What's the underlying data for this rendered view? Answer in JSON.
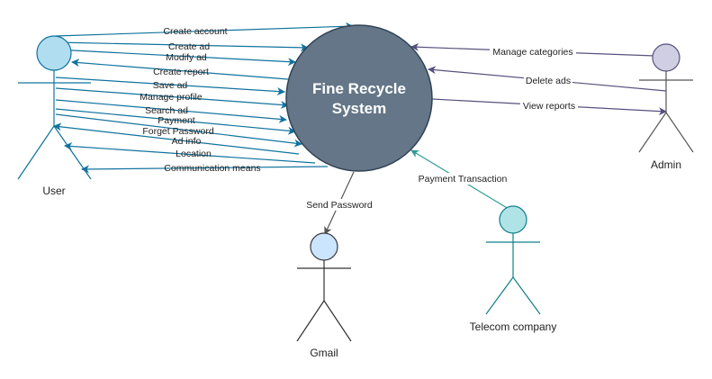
{
  "system": {
    "title_line1": "Fine Recycle",
    "title_line2": "System",
    "color": "#647687"
  },
  "actors": {
    "user": {
      "name": "User",
      "color": "#b1ddf0"
    },
    "admin": {
      "name": "Admin",
      "color": "#d0cee2"
    },
    "gmail": {
      "name": "Gmail",
      "color": "#cce5ff"
    },
    "telecom": {
      "name": "Telecom company",
      "color": "#b0e3e6"
    }
  },
  "user_flows": [
    "Create account",
    "Create ad",
    "Modify ad",
    "Create report",
    "Save ad",
    "Manage profile",
    "Search ad",
    "Payment",
    "Forget Password",
    "Ad info",
    "Location",
    "Communication means"
  ],
  "admin_flows": [
    "Manage categories",
    "Delete ads",
    "View reports"
  ],
  "gmail_flows": [
    "Send Password"
  ],
  "telecom_flows": [
    "Payment Transaction"
  ],
  "colors": {
    "user_line": "#10739e",
    "admin_line": "#56517e",
    "gmail_line": "#555555",
    "telecom_line": "#2f9c96"
  }
}
